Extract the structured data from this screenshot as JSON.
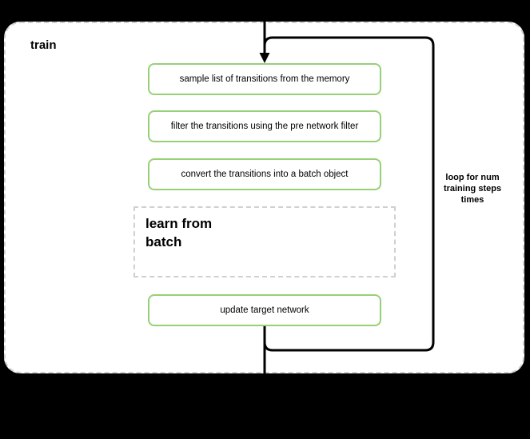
{
  "page": {
    "background_color": "#000000"
  },
  "diagram": {
    "title": "train",
    "colors": {
      "container_fill": "#ffffff",
      "dashed_border": "#d0d0d0",
      "step_border": "#97d077",
      "flow_line": "#000000",
      "text": "#000000"
    },
    "steps": [
      {
        "label": "sample list of transitions from the memory"
      },
      {
        "label": "filter the transitions using the pre network filter"
      },
      {
        "label": "convert the transitions into a batch object"
      }
    ],
    "sub_process": {
      "label": "learn from\nbatch"
    },
    "final_step": {
      "label": "update target network"
    },
    "loop_annotation": "loop for num\ntraining steps\ntimes"
  }
}
